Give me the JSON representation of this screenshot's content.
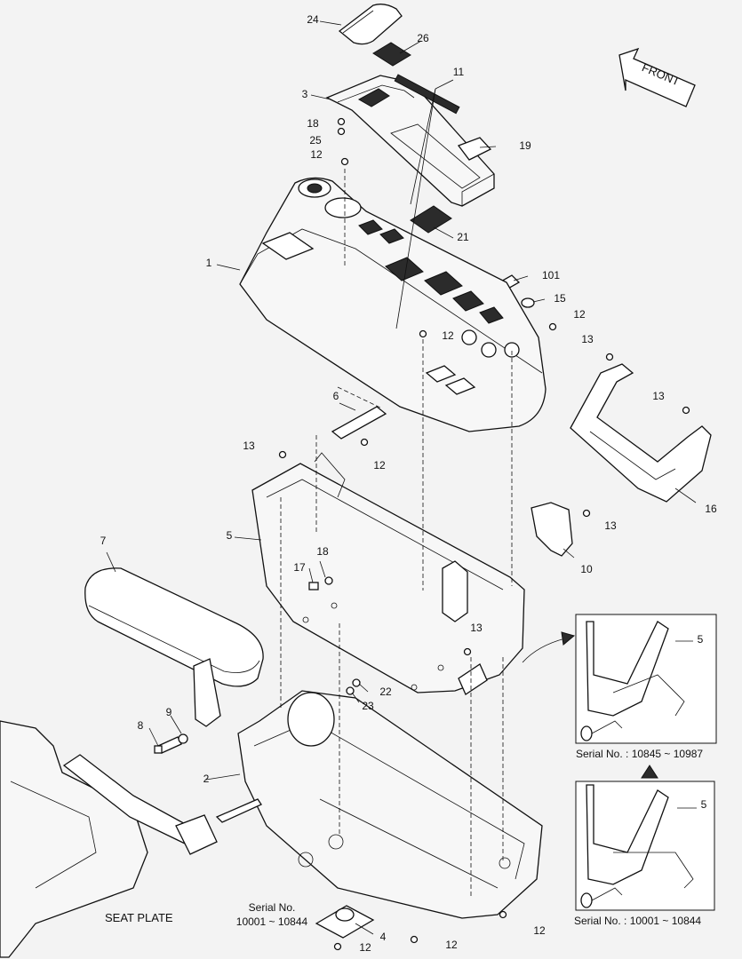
{
  "direction": {
    "label": "FRONT"
  },
  "seat_plate": {
    "label": "SEAT PLATE"
  },
  "serial_main": {
    "line1": "Serial No.",
    "line2": "10001 ~ 10844"
  },
  "inset_top": {
    "caption": "Serial No. : 10845 ~ 10987",
    "callout": "5"
  },
  "inset_bottom": {
    "caption": "Serial No. : 10001 ~ 10844",
    "callout": "5"
  },
  "callouts": {
    "c24": "24",
    "c26": "26",
    "c11": "11",
    "c3": "3",
    "c18a": "18",
    "c25": "25",
    "c19": "19",
    "c12a": "12",
    "c21": "21",
    "c1": "1",
    "c101": "101",
    "c15": "15",
    "c12b": "12",
    "c12c": "12",
    "c13a": "13",
    "c13b": "13",
    "c6": "6",
    "c12d": "12",
    "c13c": "13",
    "c16": "16",
    "c5": "5",
    "c13d": "13",
    "c7": "7",
    "c17": "17",
    "c18b": "18",
    "c10": "10",
    "c13e": "13",
    "c22": "22",
    "c23": "23",
    "c9": "9",
    "c8": "8",
    "c2": "2",
    "c4": "4",
    "c12e": "12",
    "c12f": "12",
    "c12g": "12"
  }
}
